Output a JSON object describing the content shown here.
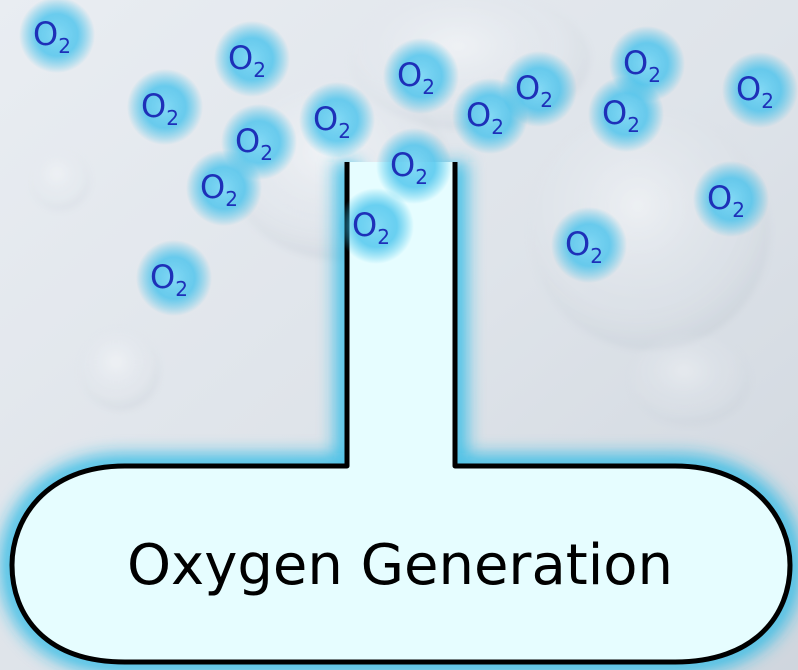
{
  "diagram": {
    "label": "Oxygen Generation",
    "molecule_symbol": "O",
    "molecule_subscript": "2",
    "molecule_count": 17
  },
  "colors": {
    "glow": "#22b8e6",
    "molecule_text": "#1e30b8",
    "tank_fill": "#e6fdff",
    "outline": "#000000"
  }
}
